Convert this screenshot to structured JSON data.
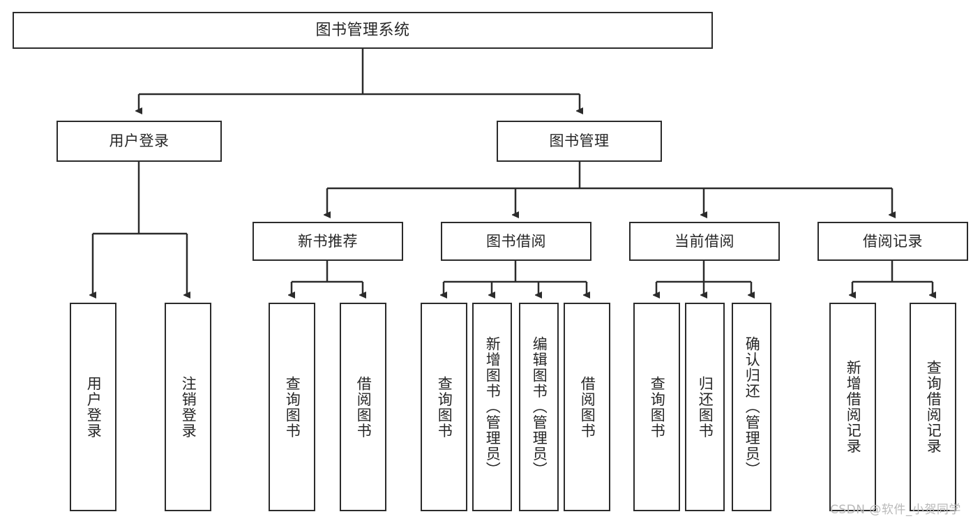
{
  "diagram": {
    "title": "图书管理系统",
    "type": "tree-hierarchy-diagram",
    "root": {
      "id": "root",
      "label": "图书管理系统"
    },
    "level2": [
      {
        "id": "user-login",
        "label": "用户登录"
      },
      {
        "id": "book-manage",
        "label": "图书管理"
      }
    ],
    "level3": [
      {
        "id": "new-book-recommend",
        "label": "新书推荐",
        "parent": "book-manage"
      },
      {
        "id": "book-borrow",
        "label": "图书借阅",
        "parent": "book-manage"
      },
      {
        "id": "current-borrow",
        "label": "当前借阅",
        "parent": "book-manage"
      },
      {
        "id": "borrow-record",
        "label": "借阅记录",
        "parent": "book-manage"
      }
    ],
    "leaves": [
      {
        "id": "leaf-user-login",
        "label": "用户登录",
        "parent": "user-login"
      },
      {
        "id": "leaf-user-logout",
        "label": "注销登录",
        "parent": "user-login"
      },
      {
        "id": "leaf-query-book-1",
        "label": "查询图书",
        "parent": "new-book-recommend"
      },
      {
        "id": "leaf-borrow-book-1",
        "label": "借阅图书",
        "parent": "new-book-recommend"
      },
      {
        "id": "leaf-query-book-2",
        "label": "查询图书",
        "parent": "book-borrow"
      },
      {
        "id": "leaf-add-book",
        "label": "新增图书（管理员）",
        "parent": "book-borrow"
      },
      {
        "id": "leaf-edit-book",
        "label": "编辑图书（管理员）",
        "parent": "book-borrow"
      },
      {
        "id": "leaf-borrow-book-2",
        "label": "借阅图书",
        "parent": "book-borrow"
      },
      {
        "id": "leaf-query-book-3",
        "label": "查询图书",
        "parent": "current-borrow"
      },
      {
        "id": "leaf-return-book",
        "label": "归还图书",
        "parent": "current-borrow"
      },
      {
        "id": "leaf-confirm-return",
        "label": "确认归还（管理员）",
        "parent": "current-borrow"
      },
      {
        "id": "leaf-add-record",
        "label": "新增借阅记录",
        "parent": "borrow-record"
      },
      {
        "id": "leaf-query-record",
        "label": "查询借阅记录",
        "parent": "borrow-record"
      }
    ]
  },
  "watermark": {
    "text": "CSDN @软件_小贺同学"
  },
  "colors": {
    "border": "#2b2b2b",
    "text": "#262626",
    "background": "#ffffff",
    "watermark": "#b9b9b9",
    "edge": "#2b2b2b"
  }
}
